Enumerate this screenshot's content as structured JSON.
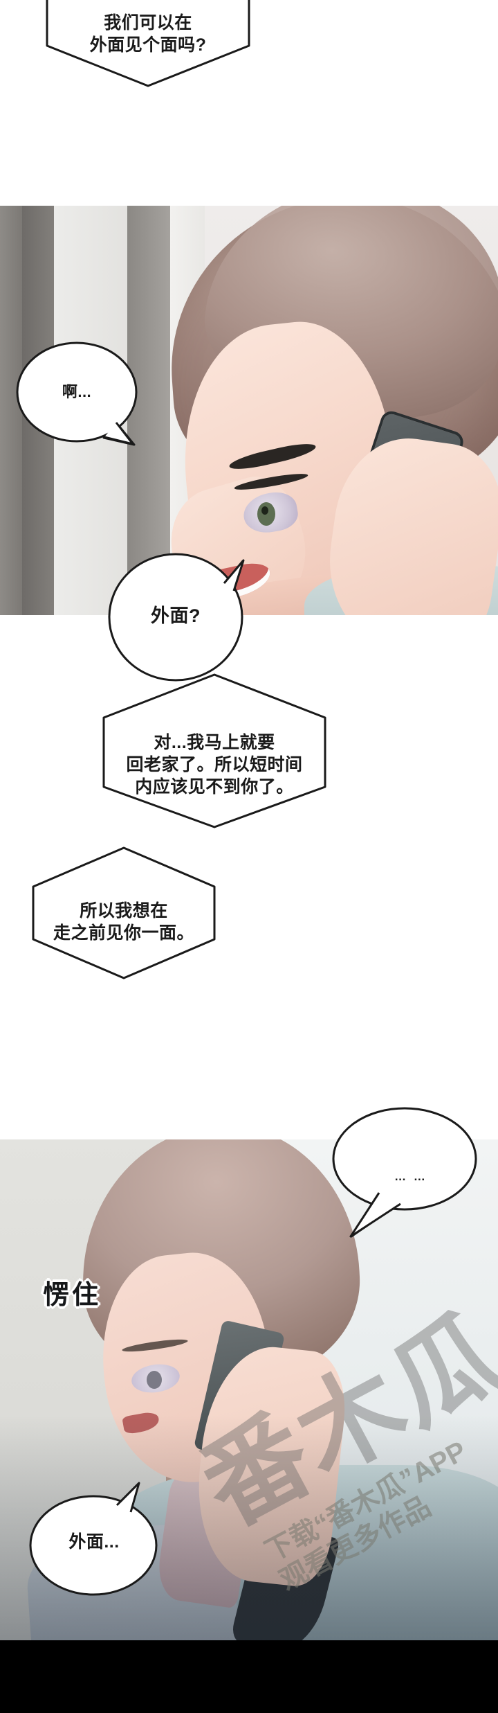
{
  "comic": {
    "title": "webtoon-episode-page",
    "panels": [
      {
        "id": "panel-dialogue-1",
        "kind": "white-dialogue",
        "bubbles": [
          {
            "id": "bubble-meet-outside",
            "shape": "hexagon",
            "text": "我们可以在\n外面见个面吗?"
          }
        ]
      },
      {
        "id": "panel-photo-1",
        "kind": "illustration",
        "description": "young man with light brown hair holding a phone to his ear, smiling, standing in a hallway",
        "bubbles": [
          {
            "id": "bubble-ah",
            "shape": "ellipse",
            "text": "啊..."
          },
          {
            "id": "bubble-outside",
            "shape": "ellipse",
            "text": "外面?"
          }
        ]
      },
      {
        "id": "panel-dialogue-2",
        "kind": "white-dialogue",
        "bubbles": [
          {
            "id": "bubble-going-home",
            "shape": "hexagon",
            "text": "对...我马上就要\n回老家了。所以短时间\n内应该见不到你了。"
          },
          {
            "id": "bubble-see-you-before",
            "shape": "hexagon",
            "text": "所以我想在\n走之前见你一面。"
          }
        ]
      },
      {
        "id": "panel-photo-2",
        "kind": "illustration",
        "description": "same young man on the phone, stunned expression, looking down",
        "sfx": [
          {
            "id": "sfx-stunned",
            "text": "愣住"
          }
        ],
        "bubbles": [
          {
            "id": "bubble-ellipsis",
            "shape": "ellipse",
            "text": "…  …"
          },
          {
            "id": "bubble-outside-two",
            "shape": "ellipse",
            "text": "外面..."
          }
        ]
      }
    ],
    "watermark": {
      "brand": "番木瓜",
      "line1": "下载“番木瓜”APP",
      "line2": "观看更多作品"
    },
    "colors": {
      "page_background": "#ffffff",
      "bubble_fill": "#ffffff",
      "bubble_stroke": "#1a1a1a",
      "text": "#1a1a1a",
      "bottom_strip": "#000000",
      "watermark": "#787870"
    }
  }
}
